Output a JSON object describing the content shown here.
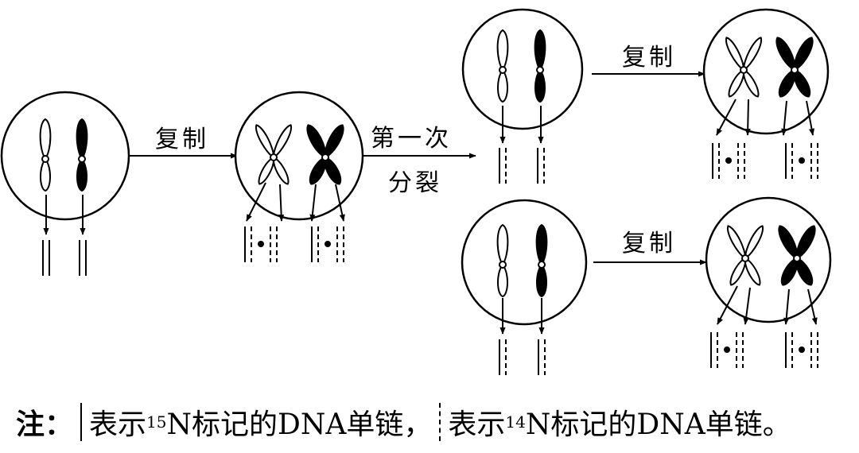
{
  "labels": {
    "replicate": "复制",
    "first_division_line1": "第一次",
    "first_division_line2": "分裂"
  },
  "note": {
    "prefix": "注：",
    "n15_text1": "表示",
    "n15_sup": "15",
    "n15_text2": "N标记的DNA单链，",
    "n14_text1": "表示",
    "n14_sup": "14",
    "n14_text2": "N标记的DNA单链。"
  }
}
